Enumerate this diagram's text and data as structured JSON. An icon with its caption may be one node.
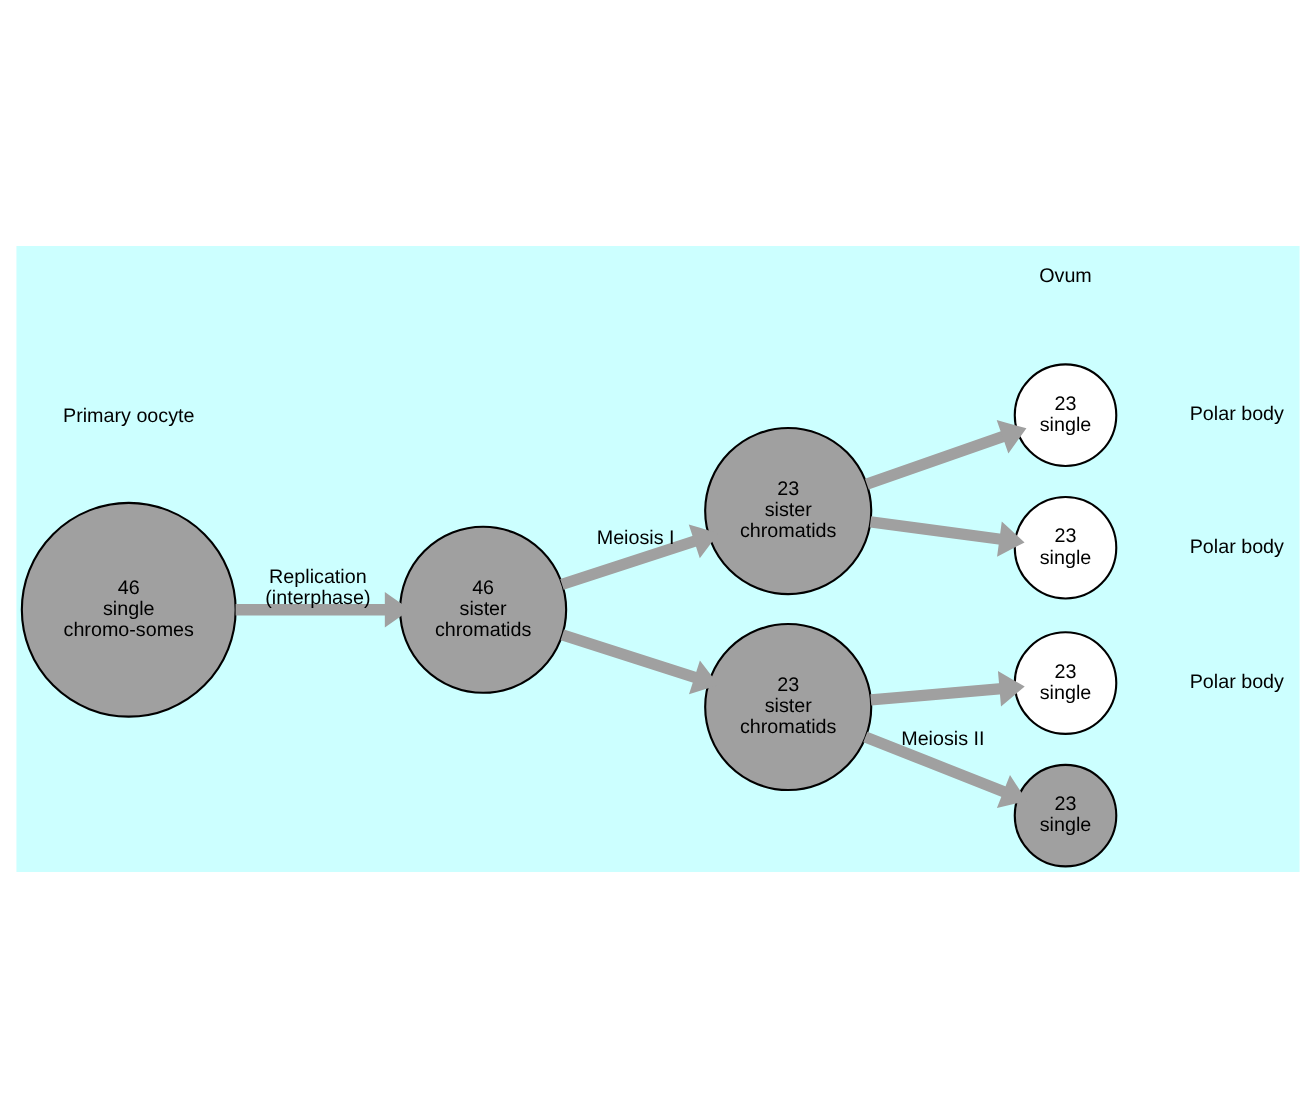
{
  "diagram": {
    "nodes": [
      {
        "text": [
          "46 single chromo-somes"
        ],
        "beside": [
          "Primary oocyte"
        ]
      },
      {
        "text": [
          "46 sister chromatids"
        ]
      },
      {
        "text": [
          "23 sister chromatids"
        ]
      },
      {
        "text": [
          "23 single"
        ],
        "beside": [
          "Polar body"
        ]
      },
      {
        "text": [
          "23 single"
        ],
        "beside": [
          "Polar body"
        ]
      },
      {
        "text": [
          "23 sister chromatids"
        ]
      },
      {
        "text": [
          "23 single"
        ],
        "beside": [
          "Polar body"
        ]
      },
      {
        "text": [
          "23 single"
        ]
      }
    ],
    "edges": [
      {
        "from": 0,
        "to": 1,
        "arrow": "to",
        "label": "Replication (interphase)"
      },
      {
        "from": 1,
        "to": 2,
        "arrow": "to",
        "label": "Meiosis I"
      },
      {
        "from": 1,
        "to": 5,
        "arrow": "to"
      },
      {
        "from": 2,
        "to": 3,
        "arrow": "to"
      },
      {
        "from": 2,
        "to": 4,
        "arrow": "to"
      },
      {
        "from": 5,
        "to": 6,
        "arrow": "to"
      },
      {
        "from": 5,
        "to": 7,
        "arrow": "to",
        "label": "Meiosis II"
      }
    ],
    "labels": [
      "Ovum"
    ]
  }
}
